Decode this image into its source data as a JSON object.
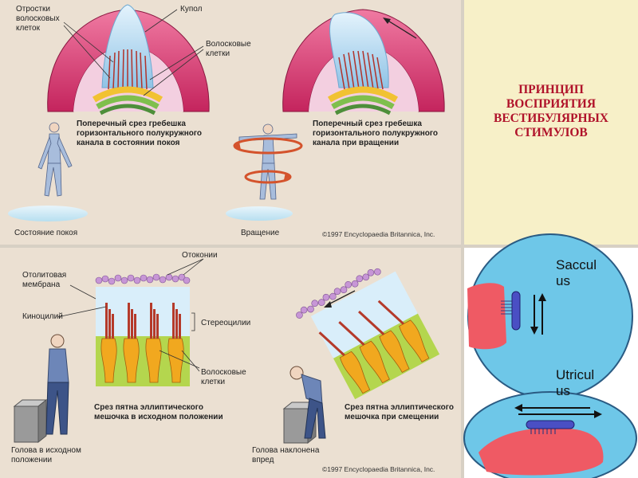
{
  "top_panel": {
    "labels": {
      "hair_processes": "Отростки\nволосковых\nклеток",
      "cupula": "Купол",
      "hair_cells": "Волосковые\nклетки"
    },
    "caption_rest": "Поперечный срез гребешка\nгоризонтального полукружного\nканала в состоянии покоя",
    "caption_rotation": "Поперечный срез гребешка\nгоризонтального полукружного\nканала при вращении",
    "state_rest": "Состояние покоя",
    "state_rotation": "Вращение",
    "copyright": "©1997 Encyclopaedia Britannica, Inc."
  },
  "bottom_panel": {
    "labels": {
      "otoconia": "Отоконии",
      "otolith_membrane": "Отолитовая\nмембрана",
      "kinocilium": "Киноцилий",
      "stereocilia": "Стереоцилии",
      "hair_cells": "Волосковые\nклетки"
    },
    "caption_initial": "Срез пятна эллиптического\nмешочка в исходном положении",
    "caption_shift": "Срез пятна эллиптического\nмешочка при смещении",
    "head_initial": "Голова в исходном\nположении",
    "head_tilted": "Голова наклонена\nвпред",
    "copyright": "©1997 Encyclopaedia Britannica, Inc."
  },
  "title": "ПРИНЦИП\nВОСПРИЯТИЯ\nВЕСТИБУЛЯРНЫХ\nСТИМУЛОВ",
  "organs": {
    "sacculus": "Saccul\nus",
    "utriculus": "Utricul\nus"
  },
  "colors": {
    "panel_bg": "#ebe0d2",
    "title_bg": "#f7f0c8",
    "title_text": "#b0122a",
    "ampulla_pink": "#d9336f",
    "cupula_blue": "#a9d3ef",
    "organ_circle": "#6ec7e8",
    "macula_red": "#ef5a64",
    "hair_bundle": "#4a4fc4"
  }
}
